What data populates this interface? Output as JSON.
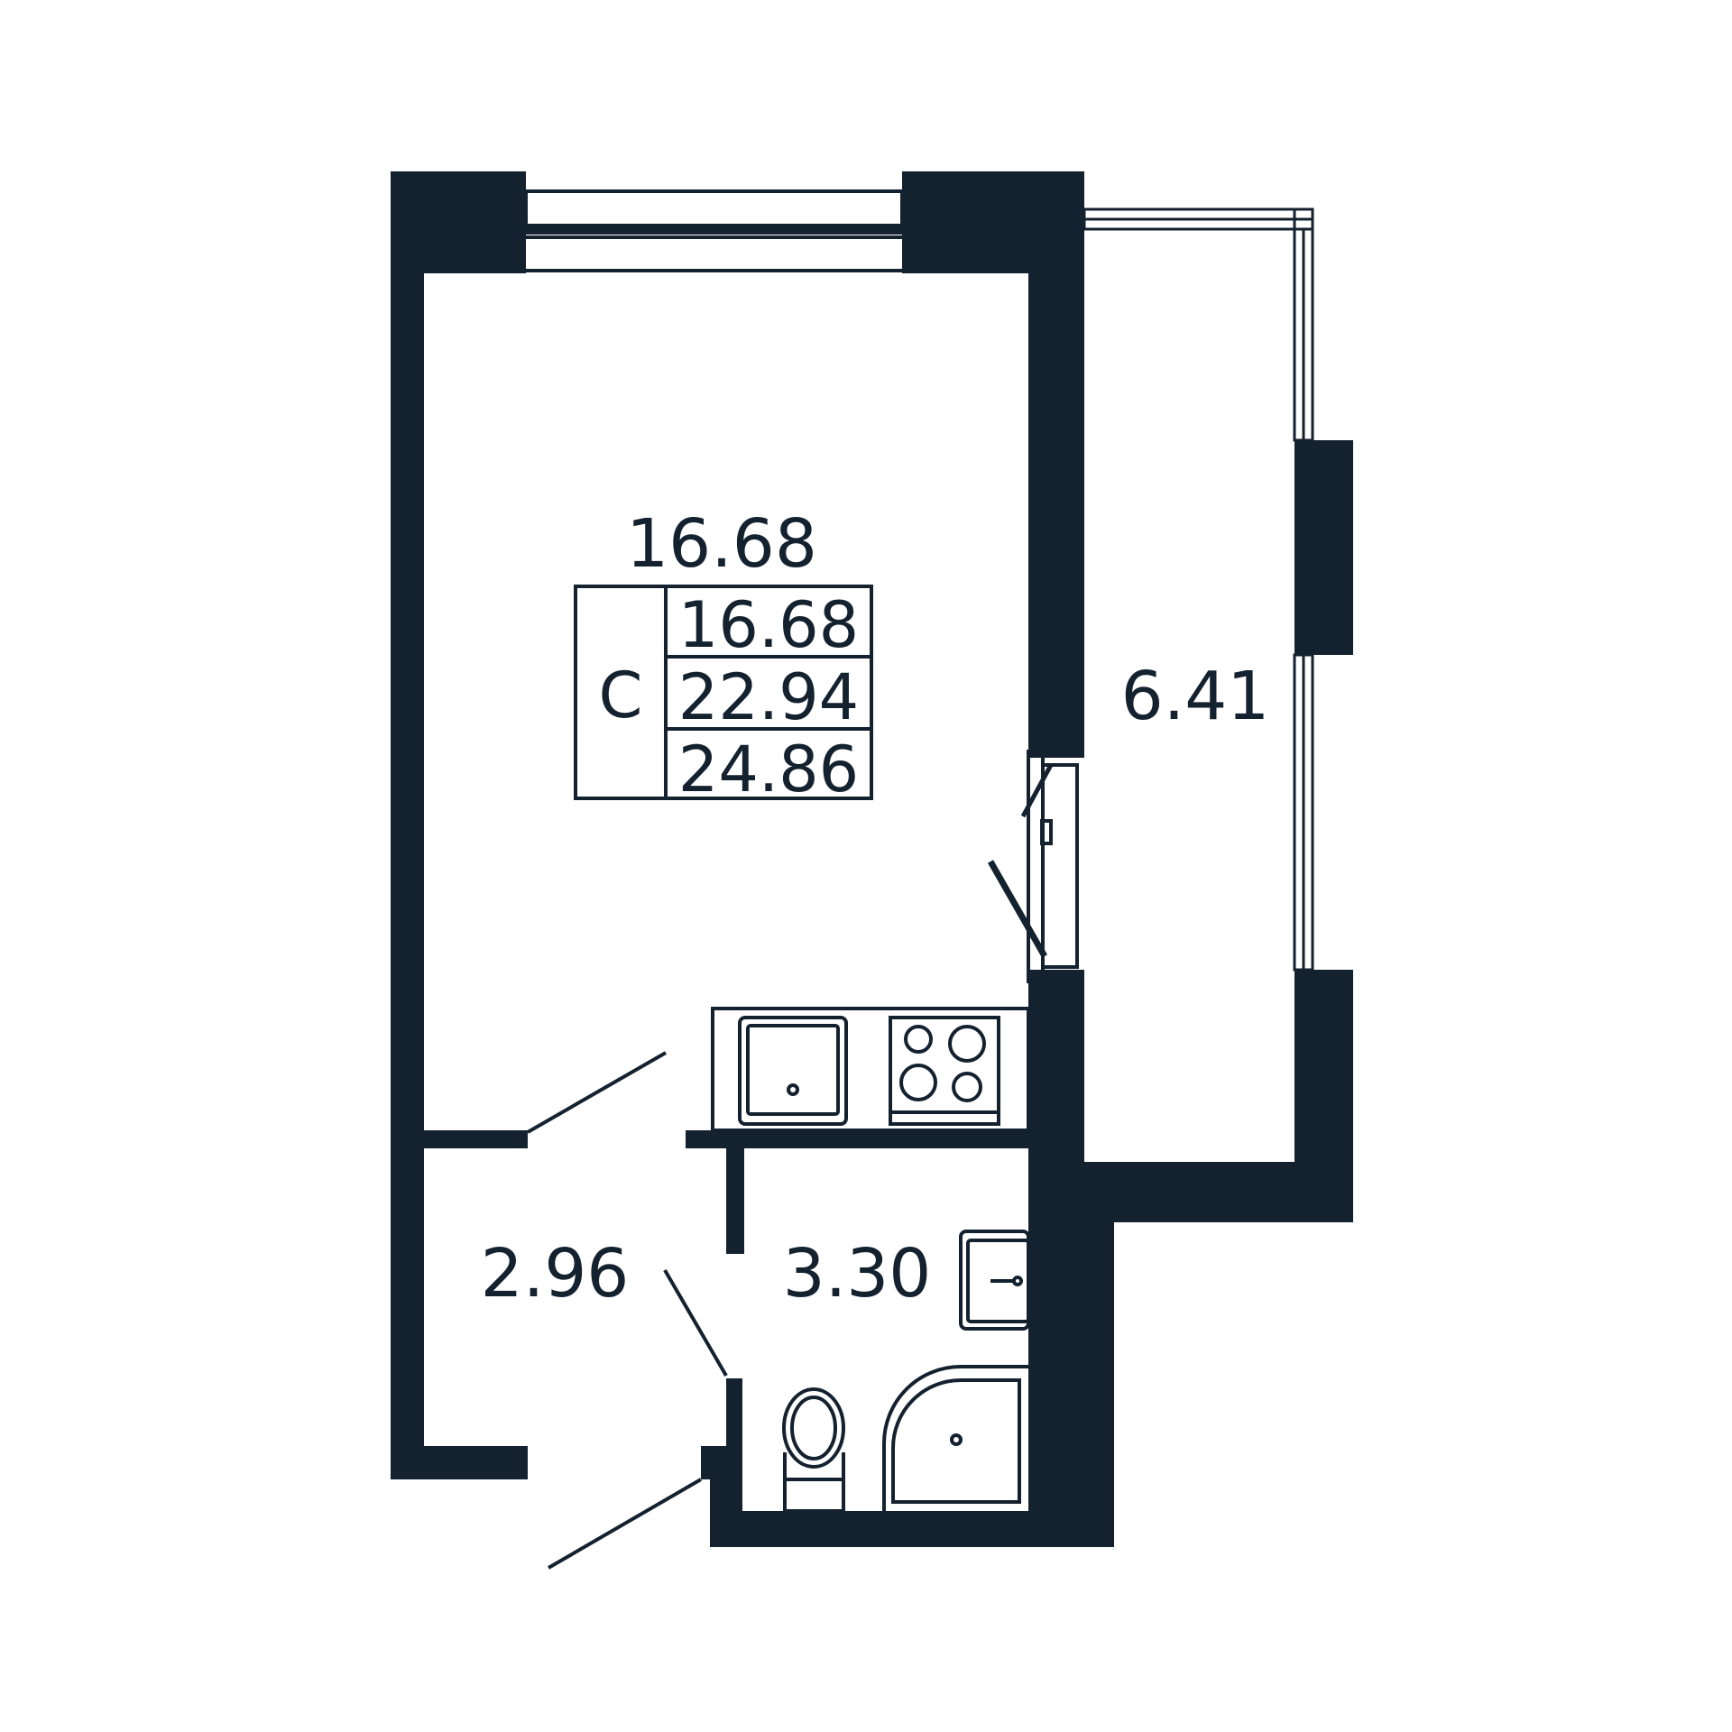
{
  "colors": {
    "ink": "#14212f",
    "paper": "#ffffff"
  },
  "rooms": {
    "living_area": "16.68",
    "balcony_area": "6.41",
    "hall_area": "2.96",
    "bath_area": "3.30"
  },
  "summary": {
    "type_letter": "С",
    "living_area": "16.68",
    "total_area": "22.94",
    "total_with_balcony": "24.86"
  }
}
